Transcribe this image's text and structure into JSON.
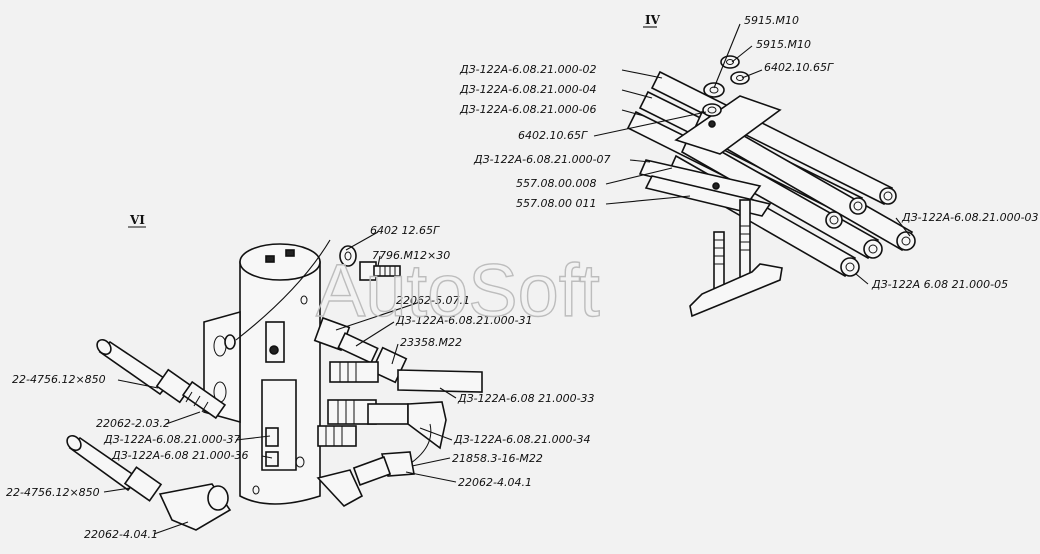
{
  "watermark": "AutoSoft",
  "sections": {
    "iv": "IV",
    "vi": "VI"
  },
  "labels_iv": {
    "nut_a": "5915.M10",
    "nut_b": "5915.M10",
    "washer_a": "6402.10.65Г",
    "washer_b": "6402.10.65Г",
    "tube_02": "ДЗ-122А-6.08.21.000-02",
    "tube_04": "ДЗ-122А-6.08.21.000-04",
    "tube_06": "ДЗ-122А-6.08.21.000-06",
    "tube_07": "ДЗ-122А-6.08.21.000-07",
    "clamp_008": "557.08.00.008",
    "clamp_011": "557.08.00 011",
    "tube_03": "ДЗ-122А-6.08.21.000-03",
    "tube_05": "ДЗ-122А 6.08 21.000-05"
  },
  "labels_vi": {
    "washer": "6402 12.65Г",
    "bolt": "7796.M12×30",
    "fitting_5071": "22062-5.07.1",
    "tube_31": "ДЗ-122А-6.08.21.000-31",
    "nut_m22": "23358.M22",
    "hose_left_top": "22-4756.12×850",
    "fitting_2032": "22062-2.03.2",
    "tube_37": "ДЗ-122А-6.08.21.000-37",
    "tube_36": "ДЗ-122А-6.08 21.000-36",
    "tube_33": "ДЗ-122А-6.08 21.000-33",
    "tube_34": "ДЗ-122А-6.08.21.000-34",
    "fitting_21858": "21858.3-16-M22",
    "elbow_right": "22062-4.04.1",
    "hose_left_bottom": "22-4756.12×850",
    "elbow_left": "22062-4.04.1"
  }
}
